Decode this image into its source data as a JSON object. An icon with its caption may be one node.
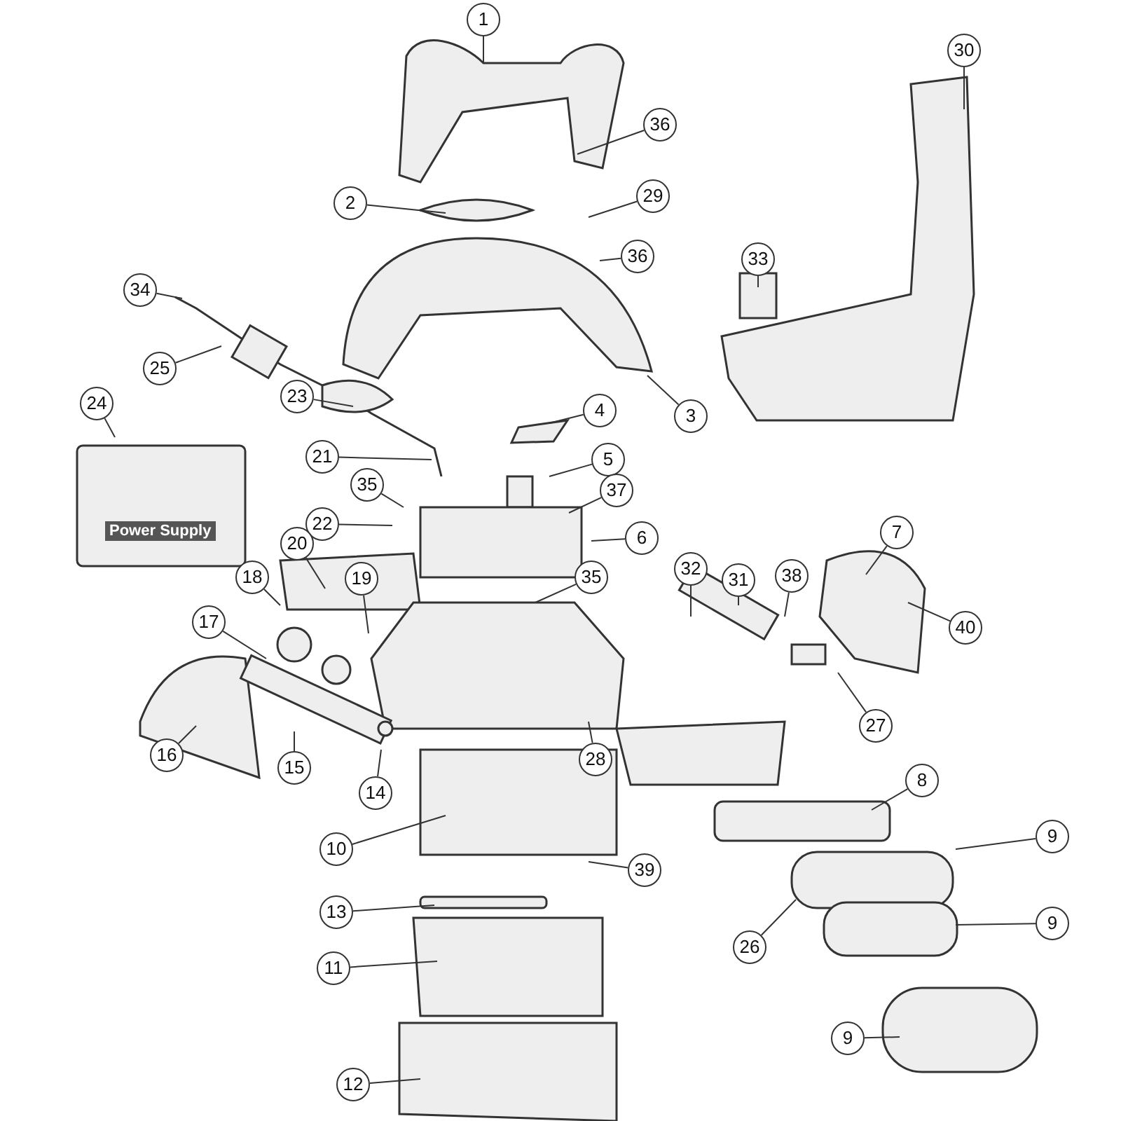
{
  "diagram": {
    "nodes": [
      {
        "text": [
          "1"
        ]
      },
      {
        "text": [
          "36"
        ]
      },
      {
        "text": [
          "2"
        ]
      },
      {
        "text": [
          "29"
        ]
      },
      {
        "text": [
          "36"
        ]
      },
      {
        "text": [
          "30"
        ]
      },
      {
        "text": [
          "33"
        ]
      },
      {
        "text": [
          "34"
        ]
      },
      {
        "text": [
          "25"
        ]
      },
      {
        "text": [
          "24"
        ]
      },
      {
        "text": [
          "23"
        ]
      },
      {
        "text": [
          "3"
        ]
      },
      {
        "text": [
          "4"
        ]
      },
      {
        "text": [
          "21"
        ]
      },
      {
        "text": [
          "5"
        ]
      },
      {
        "text": [
          "35"
        ]
      },
      {
        "text": [
          "37"
        ]
      },
      {
        "text": [
          "22"
        ]
      },
      {
        "text": [
          "6"
        ]
      },
      {
        "text": [
          "7"
        ]
      },
      {
        "text": [
          "20"
        ]
      },
      {
        "text": [
          "19"
        ]
      },
      {
        "text": [
          "18"
        ]
      },
      {
        "text": [
          "35"
        ]
      },
      {
        "text": [
          "32"
        ]
      },
      {
        "text": [
          "31"
        ]
      },
      {
        "text": [
          "38"
        ]
      },
      {
        "text": [
          "40"
        ]
      },
      {
        "text": [
          "17"
        ]
      },
      {
        "text": [
          "27"
        ]
      },
      {
        "text": [
          "16"
        ]
      },
      {
        "text": [
          "15"
        ]
      },
      {
        "text": [
          "14"
        ]
      },
      {
        "text": [
          "28"
        ]
      },
      {
        "text": [
          "10"
        ]
      },
      {
        "text": [
          "8"
        ]
      },
      {
        "text": [
          "9"
        ]
      },
      {
        "text": [
          "39"
        ]
      },
      {
        "text": [
          "26"
        ]
      },
      {
        "text": [
          "9"
        ]
      },
      {
        "text": [
          "13"
        ]
      },
      {
        "text": [
          "11"
        ]
      },
      {
        "text": [
          "9"
        ]
      },
      {
        "text": [
          "12"
        ]
      }
    ],
    "edges": [
      {
        "from": 0,
        "to": null,
        "arrow": "none"
      },
      {
        "from": 1,
        "to": null,
        "arrow": "none"
      },
      {
        "from": 2,
        "to": null,
        "arrow": "none"
      },
      {
        "from": 3,
        "to": null,
        "arrow": "none"
      },
      {
        "from": 4,
        "to": null,
        "arrow": "none"
      },
      {
        "from": 5,
        "to": null,
        "arrow": "none"
      },
      {
        "from": 6,
        "to": null,
        "arrow": "none"
      },
      {
        "from": 7,
        "to": null,
        "arrow": "none"
      },
      {
        "from": 8,
        "to": null,
        "arrow": "none"
      },
      {
        "from": 9,
        "to": null,
        "arrow": "none"
      },
      {
        "from": 10,
        "to": null,
        "arrow": "none"
      },
      {
        "from": 11,
        "to": null,
        "arrow": "none"
      },
      {
        "from": 12,
        "to": null,
        "arrow": "none"
      },
      {
        "from": 13,
        "to": null,
        "arrow": "none"
      },
      {
        "from": 14,
        "to": null,
        "arrow": "none"
      },
      {
        "from": 15,
        "to": null,
        "arrow": "none"
      },
      {
        "from": 16,
        "to": null,
        "arrow": "none"
      },
      {
        "from": 17,
        "to": null,
        "arrow": "none"
      },
      {
        "from": 18,
        "to": null,
        "arrow": "none"
      },
      {
        "from": 19,
        "to": null,
        "arrow": "none"
      },
      {
        "from": 20,
        "to": null,
        "arrow": "none"
      },
      {
        "from": 21,
        "to": null,
        "arrow": "none"
      },
      {
        "from": 22,
        "to": null,
        "arrow": "none"
      },
      {
        "from": 23,
        "to": null,
        "arrow": "none"
      },
      {
        "from": 24,
        "to": null,
        "arrow": "none"
      },
      {
        "from": 25,
        "to": null,
        "arrow": "none"
      },
      {
        "from": 26,
        "to": null,
        "arrow": "none"
      },
      {
        "from": 27,
        "to": null,
        "arrow": "none"
      },
      {
        "from": 28,
        "to": null,
        "arrow": "none"
      },
      {
        "from": 29,
        "to": null,
        "arrow": "none"
      },
      {
        "from": 30,
        "to": null,
        "arrow": "none"
      },
      {
        "from": 31,
        "to": null,
        "arrow": "none"
      },
      {
        "from": 32,
        "to": null,
        "arrow": "none"
      },
      {
        "from": 33,
        "to": null,
        "arrow": "none"
      },
      {
        "from": 34,
        "to": null,
        "arrow": "none"
      },
      {
        "from": 35,
        "to": null,
        "arrow": "none"
      },
      {
        "from": 36,
        "to": null,
        "arrow": "none"
      },
      {
        "from": 37,
        "to": null,
        "arrow": "none"
      },
      {
        "from": 38,
        "to": null,
        "arrow": "none"
      },
      {
        "from": 39,
        "to": null,
        "arrow": "none"
      },
      {
        "from": 40,
        "to": null,
        "arrow": "none"
      },
      {
        "from": 41,
        "to": null,
        "arrow": "none"
      },
      {
        "from": 42,
        "to": null,
        "arrow": "none"
      },
      {
        "from": 43,
        "to": null,
        "arrow": "none"
      }
    ],
    "labels": [
      "Power Supply"
    ]
  }
}
